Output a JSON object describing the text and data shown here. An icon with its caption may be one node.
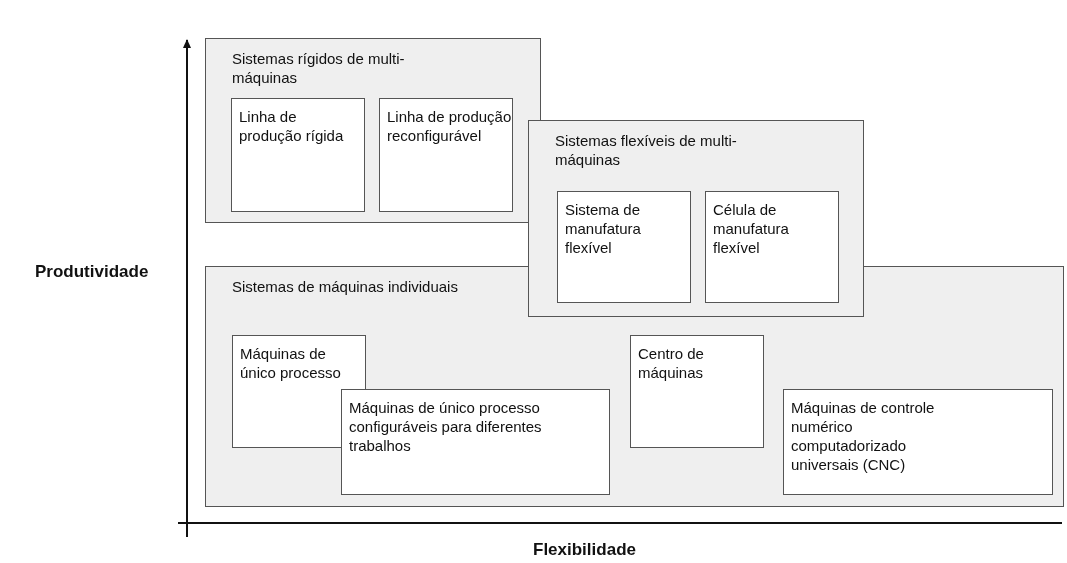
{
  "diagram": {
    "nodes": [
      {
        "text": [
          "Sistemas rígidos de multi-máquinas"
        ]
      },
      {
        "text": [
          "Linha de produção rígida"
        ],
        "in": 0
      },
      {
        "text": [
          "Linha de produção reconfigurável"
        ],
        "in": 0
      },
      {
        "text": [
          "Sistemas flexíveis de multi-máquinas"
        ]
      },
      {
        "text": [
          "Sistema de manufatura flexível"
        ],
        "in": 3
      },
      {
        "text": [
          "Célula de manufatura flexível"
        ],
        "in": 3
      },
      {
        "text": [
          "Sistemas de máquinas individuais"
        ]
      },
      {
        "text": [
          "Máquinas de único processo"
        ],
        "in": 6
      },
      {
        "text": [
          "Máquinas de único processo configuráveis para diferentes trabalhos"
        ],
        "in": 6
      },
      {
        "text": [
          "Centro de máquinas"
        ],
        "in": 6
      },
      {
        "text": [
          "Máquinas de controle numérico computadorizado universais (CNC)"
        ],
        "in": 6
      }
    ],
    "labels": [
      "Produtividade",
      "Flexibilidade"
    ]
  }
}
